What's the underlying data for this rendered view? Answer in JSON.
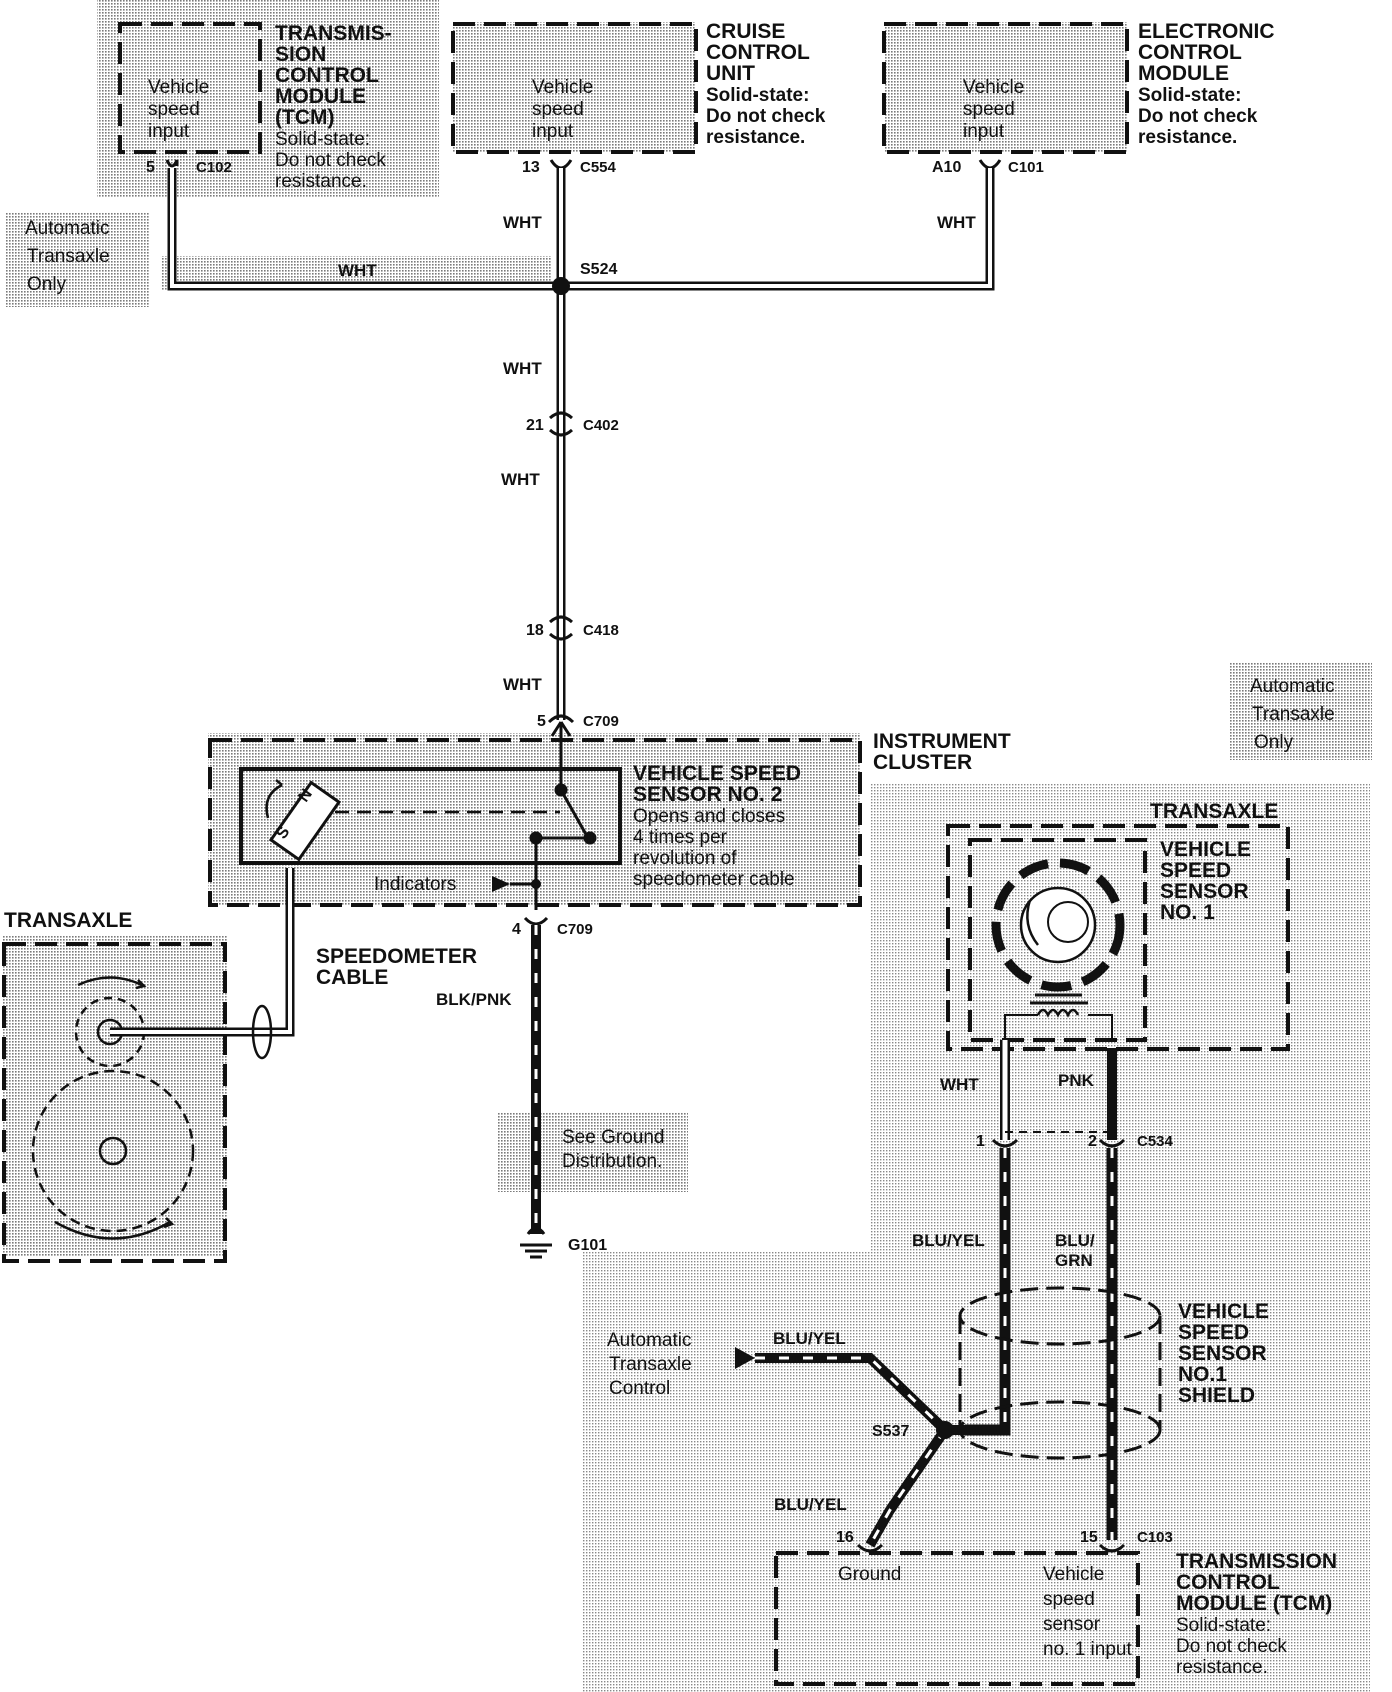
{
  "modules": {
    "tcm_top": {
      "title": [
        "TRANSMIS-",
        "SION",
        "CONTROL",
        "MODULE",
        "(TCM)"
      ],
      "note": [
        "Solid-state:",
        "Do not check",
        "resistance."
      ],
      "input": [
        "Vehicle",
        "speed",
        "input"
      ],
      "pin": "5",
      "connector": "C102"
    },
    "cruise": {
      "title": [
        "CRUISE",
        "CONTROL",
        "UNIT"
      ],
      "note": [
        "Solid-state:",
        "Do not check",
        "resistance."
      ],
      "input": [
        "Vehicle",
        "speed",
        "input"
      ],
      "pin": "13",
      "connector": "C554"
    },
    "ecm": {
      "title": [
        "ELECTRONIC",
        "CONTROL",
        "MODULE"
      ],
      "note": [
        "Solid-state:",
        "Do not check",
        "resistance."
      ],
      "input": [
        "Vehicle",
        "speed",
        "input"
      ],
      "pin": "A10",
      "connector": "C101"
    },
    "cluster": {
      "title": [
        "INSTRUMENT",
        "CLUSTER"
      ],
      "sensor": [
        "VEHICLE SPEED",
        "SENSOR NO. 2",
        "Opens and closes",
        "4 times per",
        "revolution of",
        "speedometer cable"
      ],
      "indicators": "Indicators",
      "pin_top": "5",
      "conn_top": "C709",
      "pin_bottom": "4",
      "conn_bottom": "C709",
      "magnet_n": "N",
      "magnet_s": "S"
    },
    "tcm_bottom": {
      "title": [
        "TRANSMISSION",
        "CONTROL",
        "MODULE (TCM)"
      ],
      "note": [
        "Solid-state:",
        "Do not check",
        "resistance."
      ],
      "ground": "Ground",
      "input": [
        "Vehicle",
        "speed",
        "sensor",
        "no. 1 input"
      ],
      "pin_ground": "16",
      "pin_input": "15",
      "connector": "C103"
    }
  },
  "notes": {
    "auto_only_left": [
      "Automatic",
      "Transaxle",
      "Only"
    ],
    "auto_only_right": [
      "Automatic",
      "Transaxle",
      "Only"
    ],
    "ground_dist": [
      "See Ground",
      "Distribution."
    ],
    "auto_control": [
      "Automatic",
      "Transaxle",
      "Control"
    ]
  },
  "transaxle_left": {
    "title": "TRANSAXLE",
    "cable": [
      "SPEEDOMETER",
      "CABLE"
    ]
  },
  "transaxle_right": {
    "title": "TRANSAXLE",
    "vss1": [
      "VEHICLE",
      "SPEED",
      "SENSOR",
      "NO. 1"
    ],
    "shield": [
      "VEHICLE",
      "SPEED",
      "SENSOR",
      "NO.1",
      "SHIELD"
    ]
  },
  "wires": {
    "wht": "WHT",
    "blk_pnk": "BLK/PNK",
    "pnk": "PNK",
    "blu_yel": "BLU/YEL",
    "blu_grn": [
      "BLU/",
      "GRN"
    ]
  },
  "splices": {
    "s524": "S524",
    "s537": "S537"
  },
  "connectors": {
    "c402": {
      "pin": "21",
      "name": "C402"
    },
    "c418": {
      "pin": "18",
      "name": "C418"
    },
    "c534": {
      "pin1": "1",
      "pin2": "2",
      "name": "C534"
    }
  },
  "ground": {
    "name": "G101"
  },
  "colors": {
    "shade": "#c9c9c9",
    "line": "#111111",
    "background": "#ffffff"
  }
}
